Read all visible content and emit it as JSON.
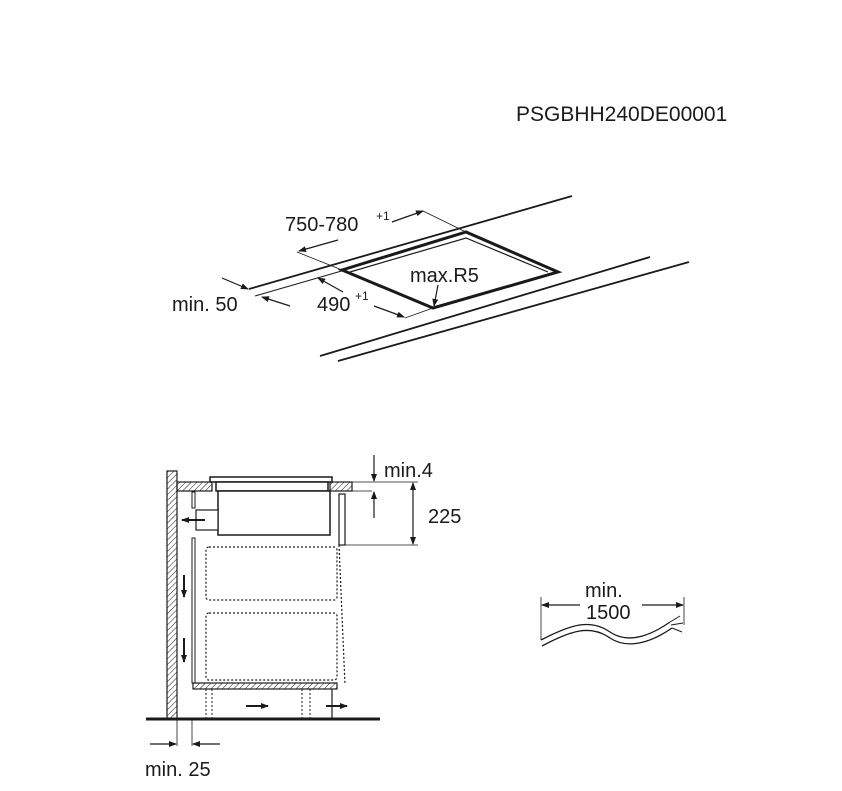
{
  "drawing_code": "PSGBHH240DE00001",
  "top_view": {
    "width_label": "750-780",
    "width_sup": "+1",
    "depth_label": "490",
    "depth_sup": "+1",
    "radius_label": "max.R5",
    "edge_label": "min. 50"
  },
  "side_view": {
    "gap_label": "min.4",
    "height_label": "225",
    "wall_label": "min. 25"
  },
  "cable": {
    "label_line1": "min.",
    "label_line2": "1500"
  },
  "colors": {
    "ink": "#1a1a1a"
  }
}
